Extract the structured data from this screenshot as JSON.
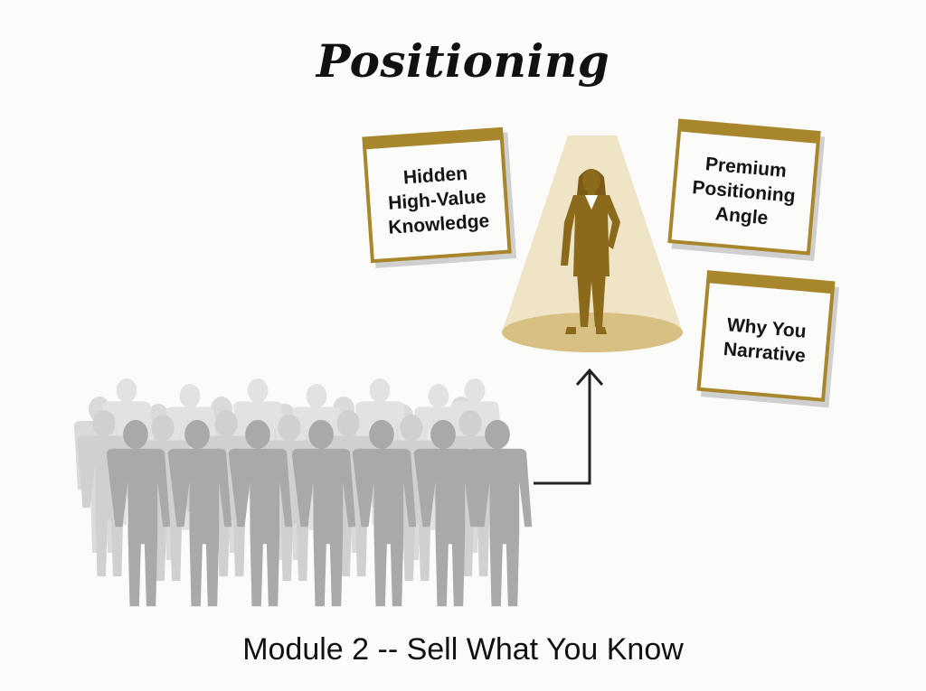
{
  "title": "Positioning",
  "caption": "Module 2 -- Sell What You Know",
  "cards": [
    {
      "lines": [
        "Hidden",
        "High-Value",
        "Knowledge"
      ]
    },
    {
      "lines": [
        "Premium",
        "Positioning",
        "Angle"
      ]
    },
    {
      "lines": [
        "Why You",
        "Narrative"
      ]
    }
  ],
  "colors": {
    "gold": "#a8862c",
    "figure": "#8c6a1c",
    "spotlight": "#efe4c6",
    "crowd_front": "#a9a9a9",
    "crowd_back": "#d0d0d0"
  },
  "icons": [
    "crowd-icon",
    "spotlight-icon",
    "businesswoman-icon",
    "arrow-up-icon"
  ]
}
